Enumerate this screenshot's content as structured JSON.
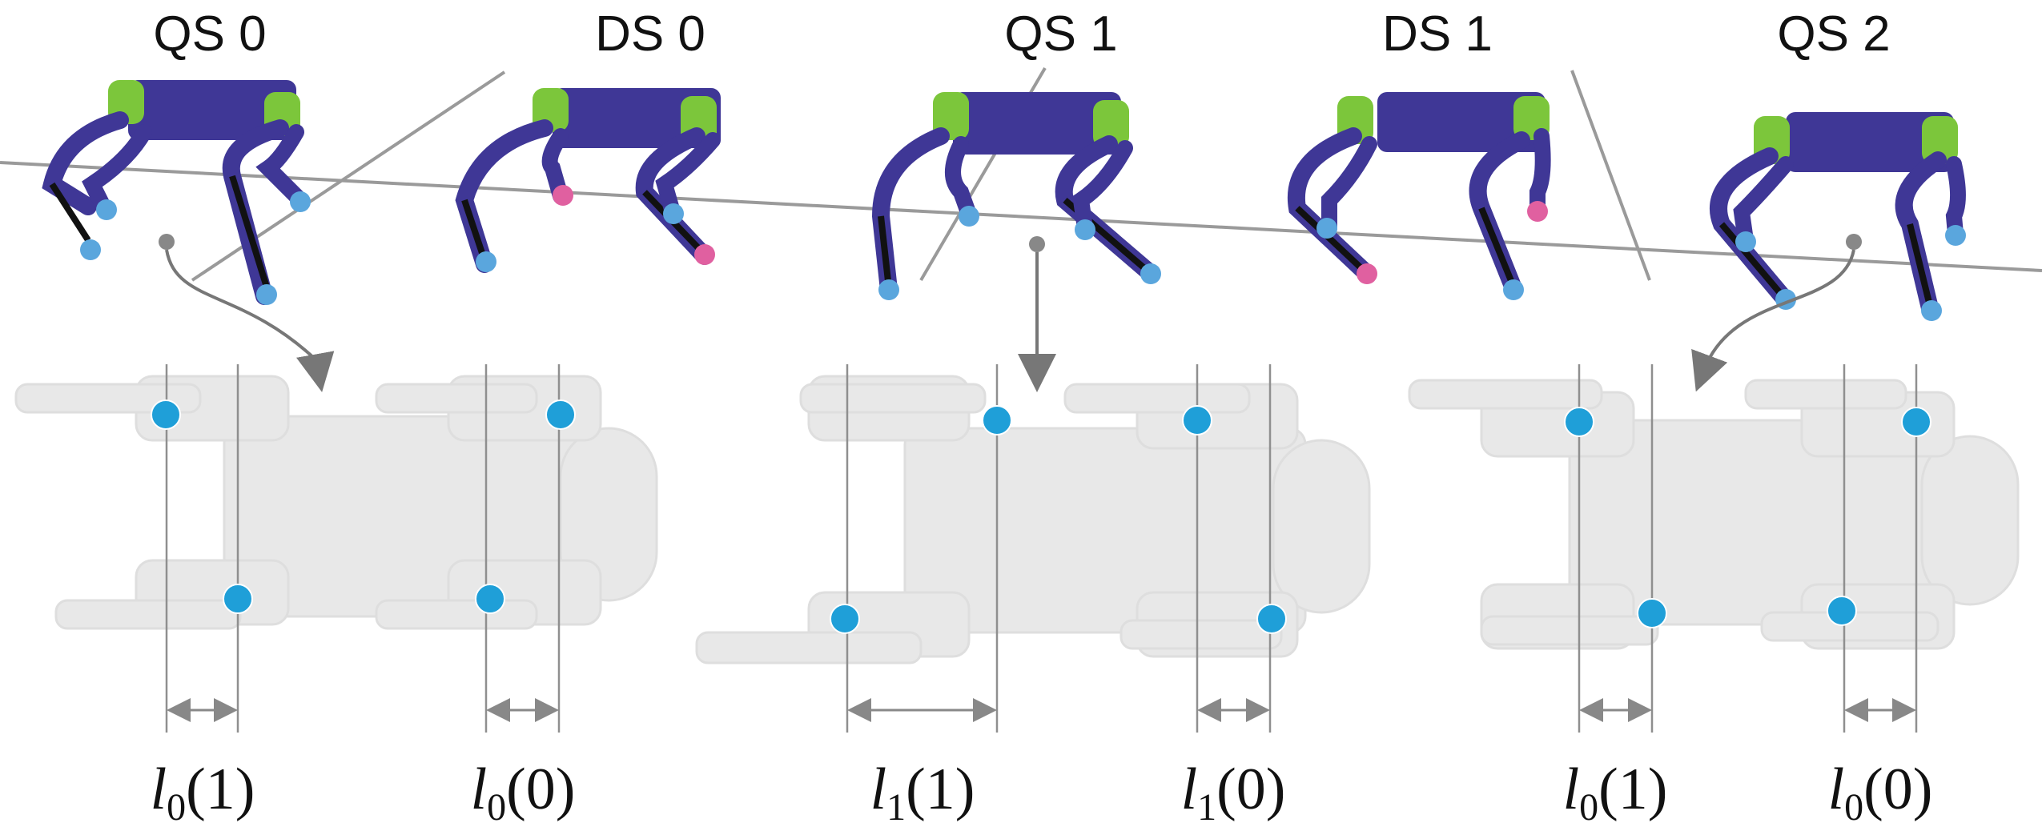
{
  "phases": [
    {
      "title": "QS 0"
    },
    {
      "title": "DS 0"
    },
    {
      "title": "QS 1"
    },
    {
      "title": "DS 1"
    },
    {
      "title": "QS 2"
    }
  ],
  "measurements": [
    {
      "label": "l0(1)",
      "base": "l",
      "sub": "0",
      "arg": "(1)"
    },
    {
      "label": "l0(0)",
      "base": "l",
      "sub": "0",
      "arg": "(0)"
    },
    {
      "label": "l1(1)",
      "base": "l",
      "sub": "1",
      "arg": "(1)"
    },
    {
      "label": "l1(0)",
      "base": "l",
      "sub": "1",
      "arg": "(0)"
    },
    {
      "label": "l0(1)",
      "base": "l",
      "sub": "0",
      "arg": "(1)"
    },
    {
      "label": "l0(0)",
      "base": "l",
      "sub": "0",
      "arg": "(0)"
    }
  ],
  "colors": {
    "robot_body": "#3f3796",
    "robot_joint": "#7cc63b",
    "stance_foot": "#5aa6dd",
    "swing_foot": "#e060a0",
    "com_marker": "#888888",
    "topview_foot": "#1f9fd8",
    "ground_line": "#9a9a9a"
  },
  "icons": [
    "robot-side-view-icon",
    "robot-top-view-icon",
    "curved-arrow-icon"
  ]
}
